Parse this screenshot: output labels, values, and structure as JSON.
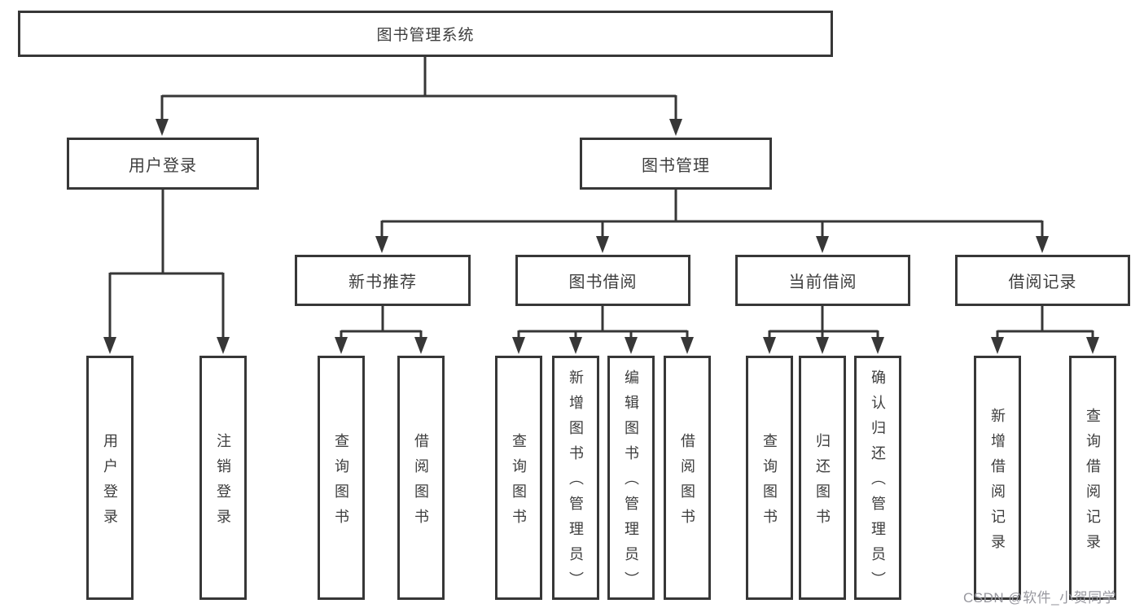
{
  "diagram": {
    "title": "图书管理系统",
    "root": {
      "label": "图书管理系统"
    },
    "level2": {
      "user_login": {
        "label": "用户登录"
      },
      "book_mgmt": {
        "label": "图书管理"
      }
    },
    "level3": {
      "new_books": {
        "label": "新书推荐"
      },
      "book_borrow": {
        "label": "图书借阅"
      },
      "current_borrow": {
        "label": "当前借阅"
      },
      "borrow_records": {
        "label": "借阅记录"
      }
    },
    "leaves": {
      "user_login": [
        "用户登录",
        "注销登录"
      ],
      "new_books": [
        "查询图书",
        "借阅图书"
      ],
      "book_borrow": [
        "查询图书",
        "新增图书（管理员）",
        "编辑图书（管理员）",
        "借阅图书"
      ],
      "current_borrow": [
        "查询图书",
        "归还图书",
        "确认归还（管理员）"
      ],
      "borrow_records": [
        "新增借阅记录",
        "查询借阅记录"
      ]
    },
    "colors": {
      "line": "#373737",
      "text": "#3d3d3d",
      "background": "#ffffff",
      "watermark": "#98989f"
    }
  },
  "watermark": {
    "text": "CSDN @软件_小贺同学"
  }
}
